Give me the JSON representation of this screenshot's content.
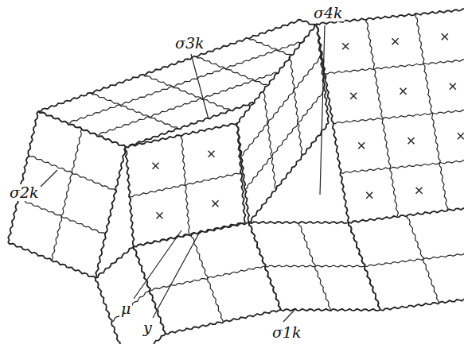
{
  "diagram": {
    "labels": [
      "σ3k",
      "σ4k",
      "σ2k",
      "σ1k",
      "μ",
      "y"
    ]
  }
}
